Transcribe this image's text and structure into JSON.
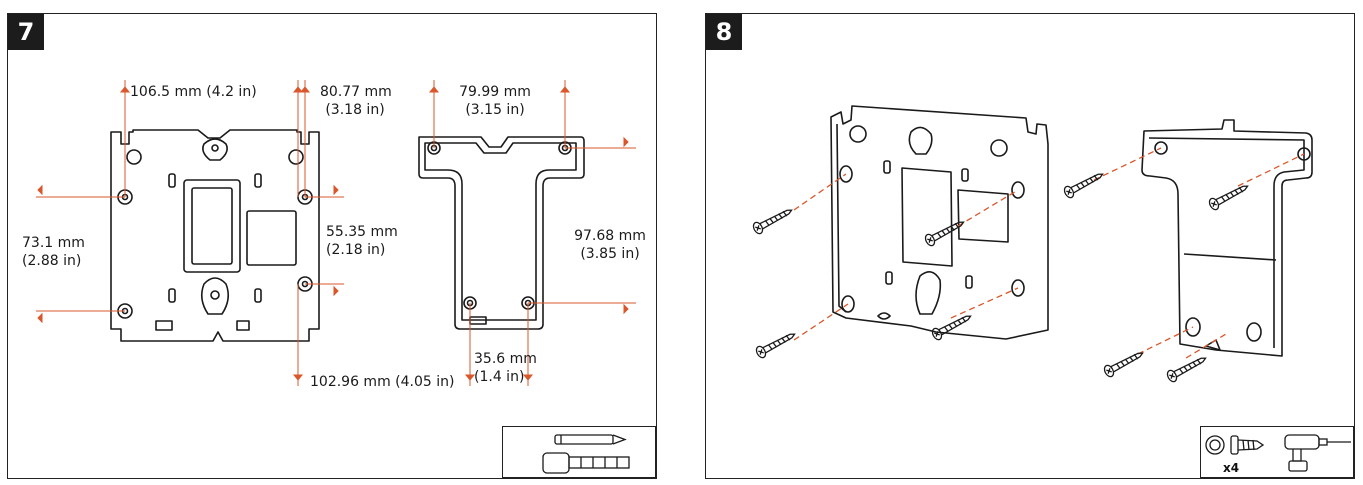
{
  "steps": {
    "step7": {
      "number": "7",
      "dimensions": {
        "d1": "106.5 mm (4.2 in)",
        "d2_line1": "80.77 mm",
        "d2_line2": "(3.18 in)",
        "d3_line1": "79.99 mm",
        "d3_line2": "(3.15 in)",
        "d4_line1": "73.1 mm",
        "d4_line2": "(2.88 in)",
        "d5_line1": "55.35 mm",
        "d5_line2": "(2.18 in)",
        "d6_line1": "97.68 mm",
        "d6_line2": "(3.85 in)",
        "d7": "102.96 mm (4.05 in)",
        "d8_line1": "35.6 mm",
        "d8_line2": "(1.4 in)"
      },
      "tools": [
        "pencil-icon",
        "level-tape-icon"
      ]
    },
    "step8": {
      "number": "8",
      "quantity": "x4",
      "tools": [
        "anchor-icon",
        "screw-icon",
        "drill-icon"
      ]
    }
  },
  "colors": {
    "accent": "#d9572b",
    "line": "#1a1a1a"
  }
}
